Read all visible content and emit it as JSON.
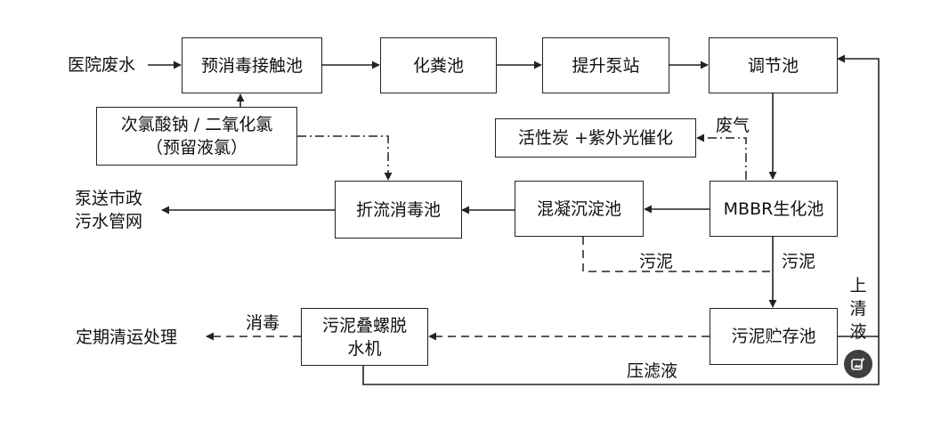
{
  "nodes": {
    "pre_disinfection": "预消毒接触池",
    "septic_tank": "化粪池",
    "lift_pump": "提升泵站",
    "regulating_tank": "调节池",
    "chemical_dosing": "次氯酸钠 / 二氧化氯\n（预留液氯）",
    "carbon_uv": "活性炭 +紫外光催化",
    "baffle_disinfection": "折流消毒池",
    "coagulation_sedimentation": "混凝沉淀池",
    "mbbr": "MBBR生化池",
    "sludge_dewatering": "污泥叠螺脱\n水机",
    "sludge_storage": "污泥贮存池"
  },
  "labels": {
    "hospital_wastewater": "医院废水",
    "municipal_sewer": "泵送市政\n污水管网",
    "waste_gas": "废气",
    "sludge_left": "污泥",
    "sludge_right": "污泥",
    "disinfection": "消毒",
    "periodic_disposal": "定期清运处理",
    "supernatant": "上\n清\n液",
    "filtrate": "压滤液"
  },
  "icons": {
    "floating_button": "image-sparkle-icon"
  },
  "colors": {
    "stroke": "#222222",
    "text": "#111111",
    "background": "#ffffff",
    "fab": "#3f3f3f"
  }
}
